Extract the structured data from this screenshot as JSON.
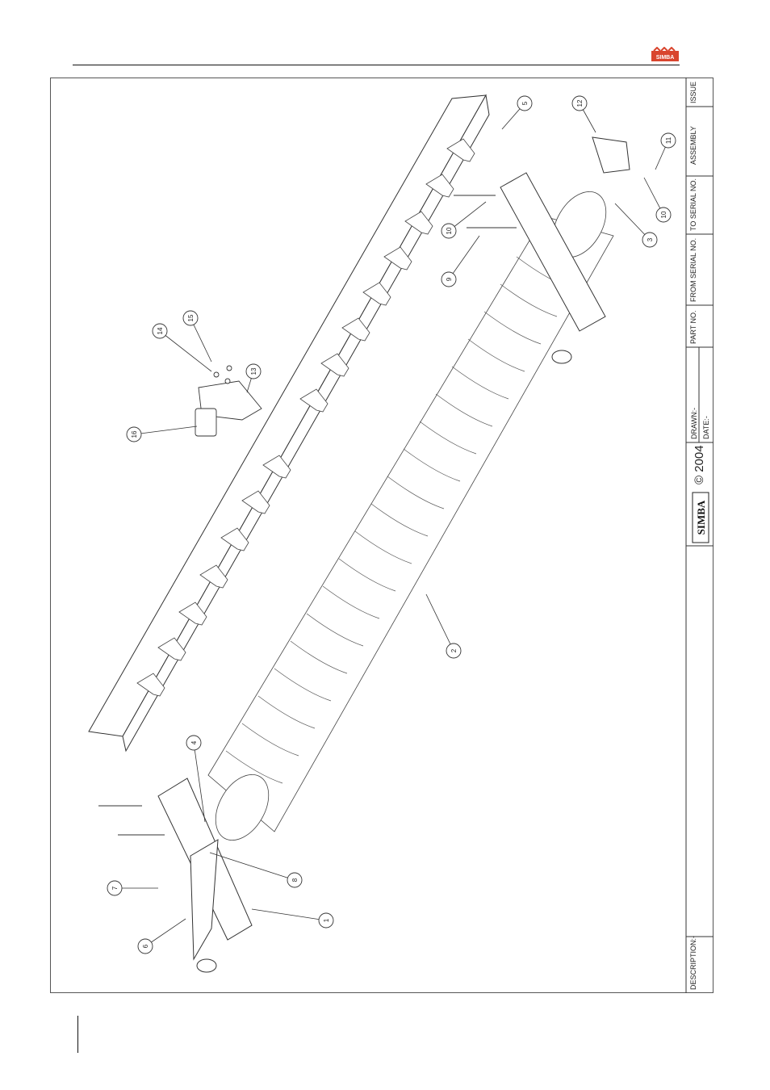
{
  "brand": {
    "logo_text": "SIMBA",
    "copyright_year": "© 2004"
  },
  "title_block": {
    "issue": "ISSUE",
    "assembly": "ASSEMBLY",
    "to_serial": "TO SERIAL NO.",
    "from_serial": "FROM SERIAL NO.",
    "part_no": "PART NO.",
    "drawn": "DRAWN:-",
    "date": "DATE:-",
    "description": "DESCRIPTION:-"
  },
  "callouts": [
    "1",
    "2",
    "3",
    "4",
    "5",
    "6",
    "7",
    "8",
    "9",
    "10",
    "10",
    "11",
    "12",
    "13",
    "14",
    "15",
    "16"
  ],
  "colors": {
    "line": "#333333",
    "accent": "#d9452e"
  }
}
